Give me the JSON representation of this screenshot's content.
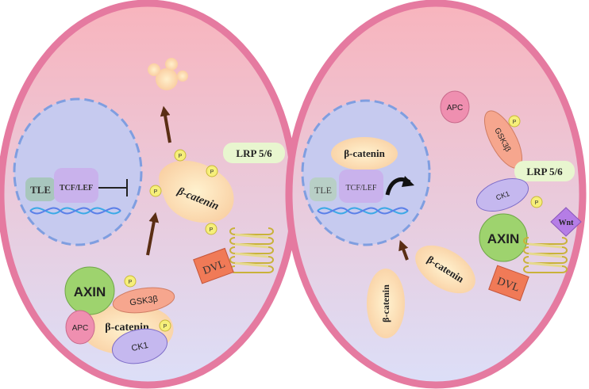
{
  "left_cell": {
    "nucleus": {
      "tle": "TLE",
      "tcf_lef": "TCF/LEF"
    },
    "beta_catenin_free": "β-catenin",
    "lrp": "LRP 5/6",
    "dvl": "DVL",
    "complex": {
      "axin": "AXIN",
      "gsk3b": "GSK3β",
      "apc": "APC",
      "beta_catenin": "β-catenin",
      "ck1": "CK1"
    },
    "phospho": "P"
  },
  "right_cell": {
    "nucleus": {
      "beta_catenin": "β-catenin",
      "tle": "TLE",
      "tcf_lef": "TCF/LEF"
    },
    "apc": "APC",
    "gsk3b": "GSK3β",
    "lrp": "LRP 5/6",
    "ck1": "CK1",
    "axin": "AXIN",
    "wnt": "Wnt",
    "dvl": "DVL",
    "beta_catenin_a": "β-catenin",
    "beta_catenin_b": "β-catenin",
    "phospho": "P"
  },
  "colors": {
    "membrane": "#e57aa0",
    "cytoplasm_top": "#f9b9c0",
    "cytoplasm_bottom": "#d9dcf7",
    "nucleus": "#c9cdf0",
    "nucleus_border": "#7f9ee0",
    "beta_catenin": "#fde3b4",
    "axin": "#9ed36e",
    "gsk3b": "#f6a68e",
    "apc": "#ef8fb0",
    "ck1": "#c5b8ef",
    "lrp": "#e8f6cf",
    "dvl": "#f07a57",
    "wnt": "#b57de6",
    "phospho": "#f6ef7a",
    "arrow": "#5a2e14"
  }
}
